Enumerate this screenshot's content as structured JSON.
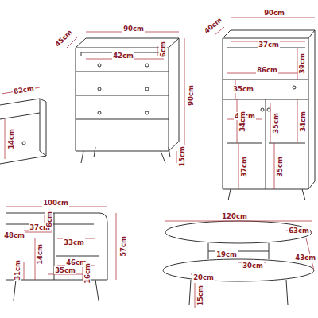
{
  "diagram": {
    "labels": [
      "82cm",
      "14cm",
      "45cm",
      "90cm",
      "42cm",
      "6cm",
      "90cm",
      "15cm",
      "40cm",
      "90cm",
      "37cm",
      "86cm",
      "35cm",
      "39cm",
      "42cm",
      "35cm",
      "34cm",
      "34cm",
      "37cm",
      "35cm",
      "100cm",
      "48cm",
      "37cm",
      "6cm",
      "57cm",
      "14cm",
      "33cm",
      "31cm",
      "46cm",
      "35cm",
      "16cm",
      "120cm",
      "63cm",
      "19cm",
      "30cm",
      "43cm",
      "20cm",
      "15cm"
    ]
  }
}
